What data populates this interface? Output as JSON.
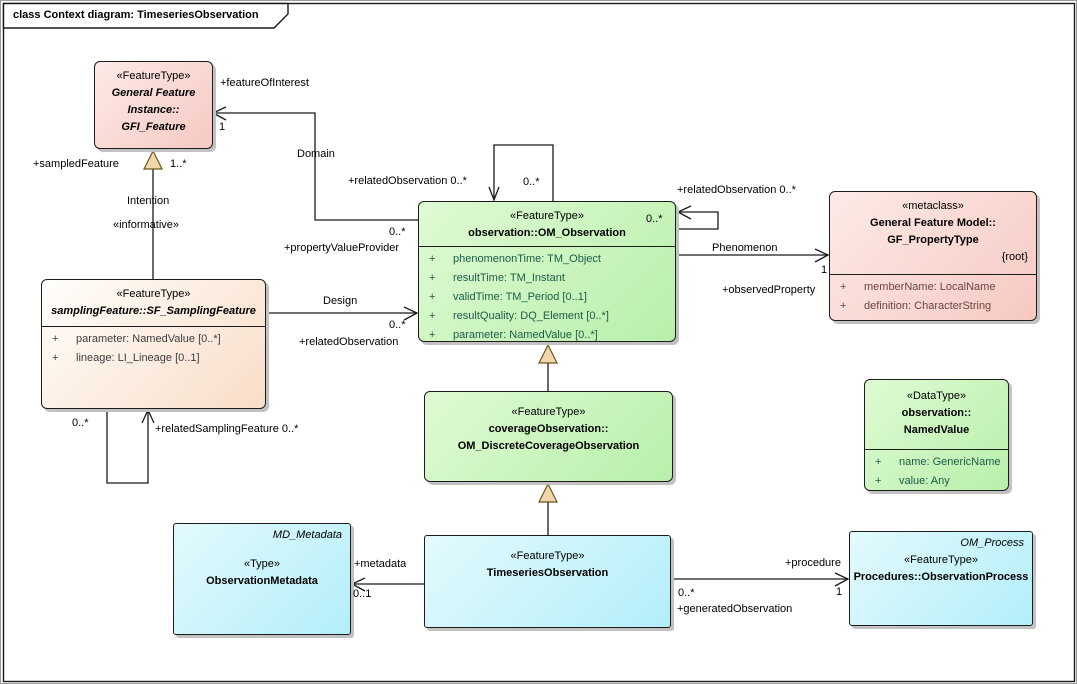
{
  "frame": {
    "title": "class Context diagram: TimeseriesObservation"
  },
  "colors": {
    "class_green": "#c9f2bd",
    "class_pink": "#f8d0ca",
    "class_cyan": "#c5f2fa",
    "class_cream": "#fcefe2",
    "generalization_arrow_fill": "#eed7ab",
    "connector": "#1a1a1a"
  },
  "boxes": {
    "gfi": {
      "stereotype": "«FeatureType»",
      "name": [
        "General Feature",
        "Instance::",
        "GFI_Feature"
      ]
    },
    "sampling": {
      "stereotype": "«FeatureType»",
      "name": [
        "samplingFeature::SF_SamplingFeature"
      ],
      "attrs": [
        {
          "v": "+",
          "t": "parameter: NamedValue [0..*]"
        },
        {
          "v": "+",
          "t": "lineage: LI_Lineage [0..1]"
        }
      ]
    },
    "om": {
      "stereotype": "«FeatureType»",
      "name": [
        "observation::OM_Observation"
      ],
      "attrs": [
        {
          "v": "+",
          "t": "phenomenonTime: TM_Object"
        },
        {
          "v": "+",
          "t": "resultTime: TM_Instant"
        },
        {
          "v": "+",
          "t": "validTime: TM_Period [0..1]"
        },
        {
          "v": "+",
          "t": "resultQuality: DQ_Element [0..*]"
        },
        {
          "v": "+",
          "t": "parameter: NamedValue [0..*]"
        }
      ]
    },
    "coverage": {
      "stereotype": "«FeatureType»",
      "name": [
        "coverageObservation::",
        "OM_DiscreteCoverageObservation"
      ]
    },
    "gfprop": {
      "stereotype": "«metaclass»",
      "name": [
        "General Feature Model::",
        "GF_PropertyType"
      ],
      "tag": "{root}",
      "attrs": [
        {
          "v": "+",
          "t": "memberName: LocalName"
        },
        {
          "v": "+",
          "t": "definition: CharacterString"
        }
      ]
    },
    "namedvalue": {
      "stereotype": "«DataType»",
      "name": [
        "observation::",
        "NamedValue"
      ],
      "attrs": [
        {
          "v": "+",
          "t": "name: GenericName"
        },
        {
          "v": "+",
          "t": "value: Any"
        }
      ]
    },
    "obsmeta": {
      "annotation": "MD_Metadata",
      "stereotype": "«Type»",
      "name": [
        "ObservationMetadata"
      ]
    },
    "timeseries": {
      "stereotype": "«FeatureType»",
      "name": [
        "TimeseriesObservation"
      ]
    },
    "obsprocess": {
      "annotation": "OM_Process",
      "stereotype": "«FeatureType»",
      "name": [
        "Procedures::ObservationProcess"
      ]
    }
  },
  "labels": {
    "featureOfInterest": "+featureOfInterest",
    "fo_mult": "1",
    "domain": "Domain",
    "sampledFeature": "+sampledFeature",
    "sf_mult": "1..*",
    "intention": "Intention",
    "informative": "«informative»",
    "relObsTop": "+relatedObservation 0..*",
    "loopTopMult": "0..*",
    "relObsRight": "+relatedObservation 0..*",
    "loopRightMult": "0..*",
    "propertyValueProvider": "+propertyValueProvider",
    "pvp_mult": "0..*",
    "design": "Design",
    "design_mult": "0..*",
    "relatedObservation": "+relatedObservation",
    "phenomenon": "Phenomenon",
    "phen_mult": "1",
    "observedProperty": "+observedProperty",
    "relatedSamplingFeature": "+relatedSamplingFeature 0..*",
    "rsf_mult": "0..*",
    "metadata": "+metadata",
    "metadata_mult": "0..1",
    "procedure": "+procedure",
    "procedure_mult": "1",
    "generatedObservation": "+generatedObservation",
    "genObs_mult": "0..*"
  }
}
